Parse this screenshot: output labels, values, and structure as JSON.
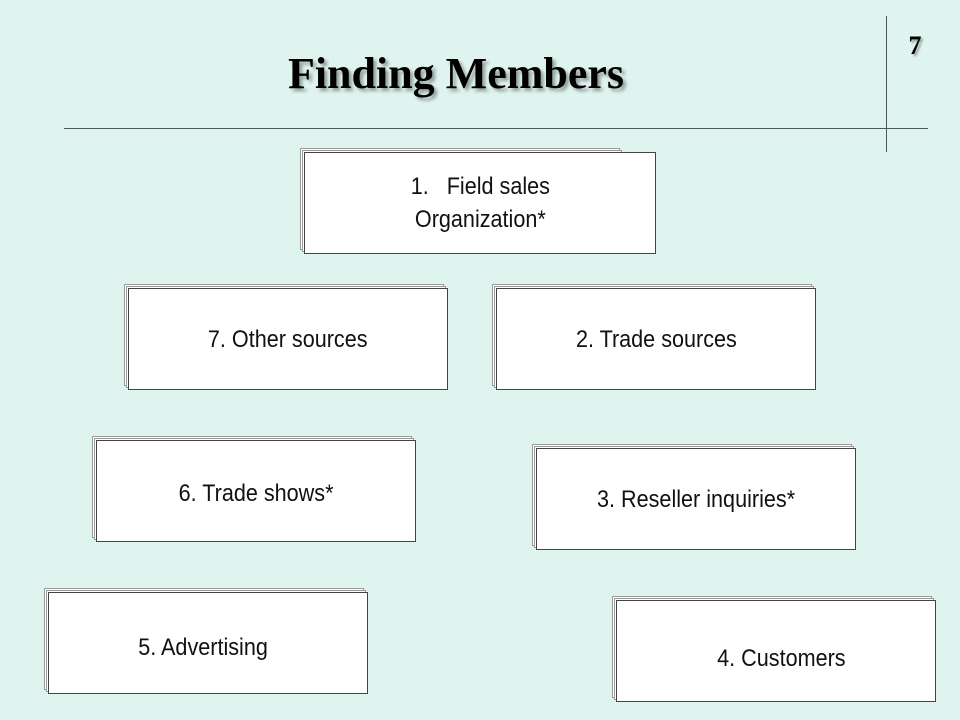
{
  "slide": {
    "title": "Finding Members",
    "number": "7"
  },
  "boxes": {
    "field_sales": {
      "number": "1.",
      "line1": "Field sales",
      "line2": "Organization*"
    },
    "other_sources": "7. Other sources",
    "trade_sources": "2. Trade sources",
    "trade_shows": "6. Trade shows*",
    "reseller_inquiries": "3. Reseller inquiries*",
    "advertising": "5. Advertising",
    "customers": "4. Customers"
  }
}
